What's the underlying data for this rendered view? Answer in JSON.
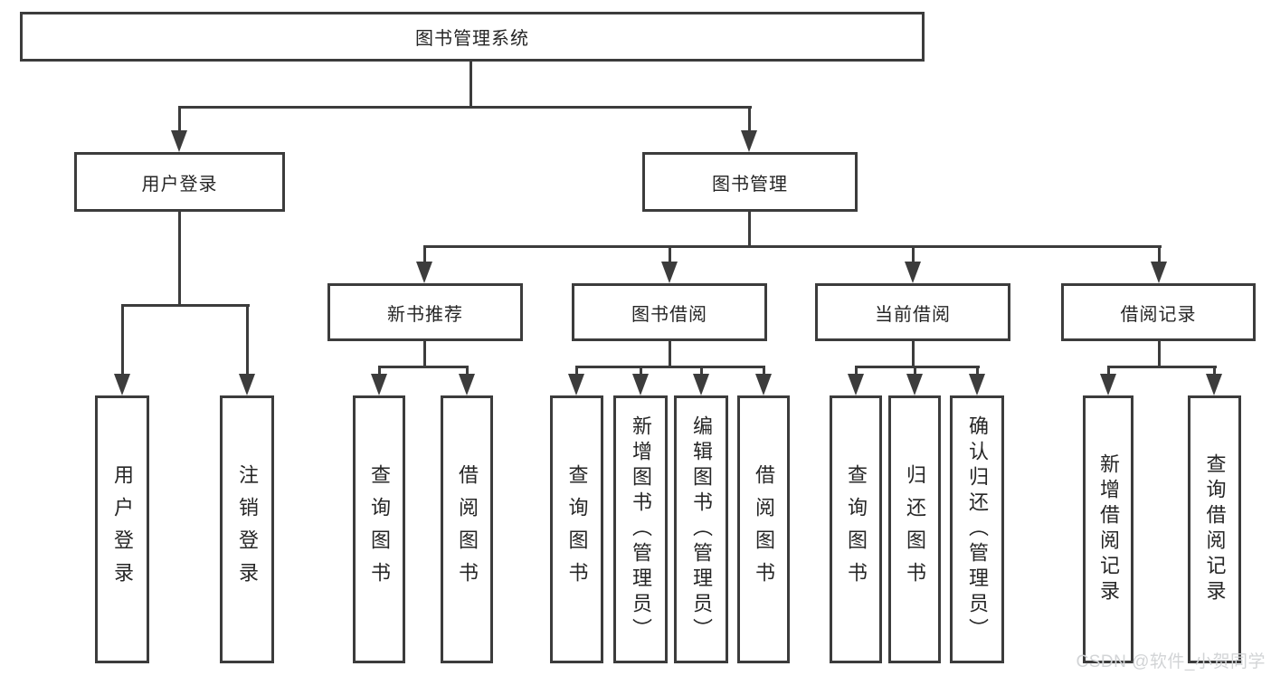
{
  "diagram": {
    "root": {
      "label": "图书管理系统",
      "children": [
        {
          "label": "用户登录",
          "children": [
            {
              "label": "用户登录"
            },
            {
              "label": "注销登录"
            }
          ]
        },
        {
          "label": "图书管理",
          "children": [
            {
              "label": "新书推荐",
              "children": [
                {
                  "label": "查询图书"
                },
                {
                  "label": "借阅图书"
                }
              ]
            },
            {
              "label": "图书借阅",
              "children": [
                {
                  "label": "查询图书"
                },
                {
                  "label": "新增图书（管理员）"
                },
                {
                  "label": "编辑图书（管理员）"
                },
                {
                  "label": "借阅图书"
                }
              ]
            },
            {
              "label": "当前借阅",
              "children": [
                {
                  "label": "查询图书"
                },
                {
                  "label": "归还图书"
                },
                {
                  "label": "确认归还（管理员）"
                }
              ]
            },
            {
              "label": "借阅记录",
              "children": [
                {
                  "label": "新增借阅记录"
                },
                {
                  "label": "查询借阅记录"
                }
              ]
            }
          ]
        }
      ]
    }
  },
  "watermark": {
    "text": "CSDN @软件_小贺同学"
  },
  "colors": {
    "line": "#3c3c3c",
    "box_border": "#3c3c3c",
    "background": "#ffffff",
    "text": "#262626",
    "watermark_text": "#d2d4d6"
  }
}
